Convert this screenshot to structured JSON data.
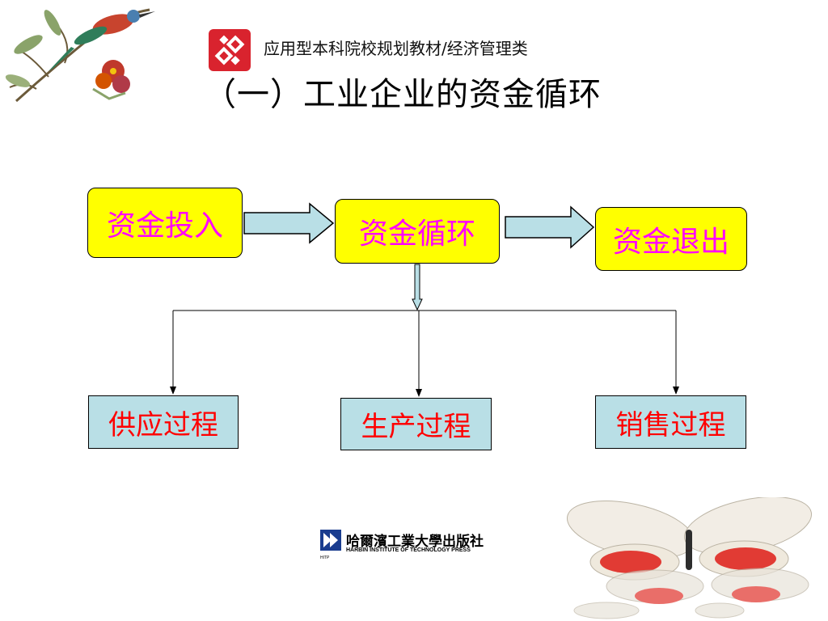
{
  "header": {
    "series_label": "应用型本科院校规划教材/经济管理类",
    "title": "（一）工业企业的资金循环"
  },
  "flow": {
    "top_row": [
      "资金投入",
      "资金循环",
      "资金退出"
    ],
    "bottom_row": [
      "供应过程",
      "生产过程",
      "销售过程"
    ]
  },
  "publisher": {
    "name_cn": "哈爾濱工業大學出版社",
    "name_en": "HARBIN INSTITUTE OF TECHNOLOGY PRESS",
    "abbr": "HITP"
  },
  "colors": {
    "stage_fill": "#ffff00",
    "stage_text": "#ff00ff",
    "process_fill": "#b9dfe6",
    "process_text": "#ff0000",
    "arrow_fill": "#b9dfe6"
  },
  "decorations": [
    "bird-image",
    "butterfly-image",
    "publisher-logo-icon",
    "series-logo-icon"
  ]
}
